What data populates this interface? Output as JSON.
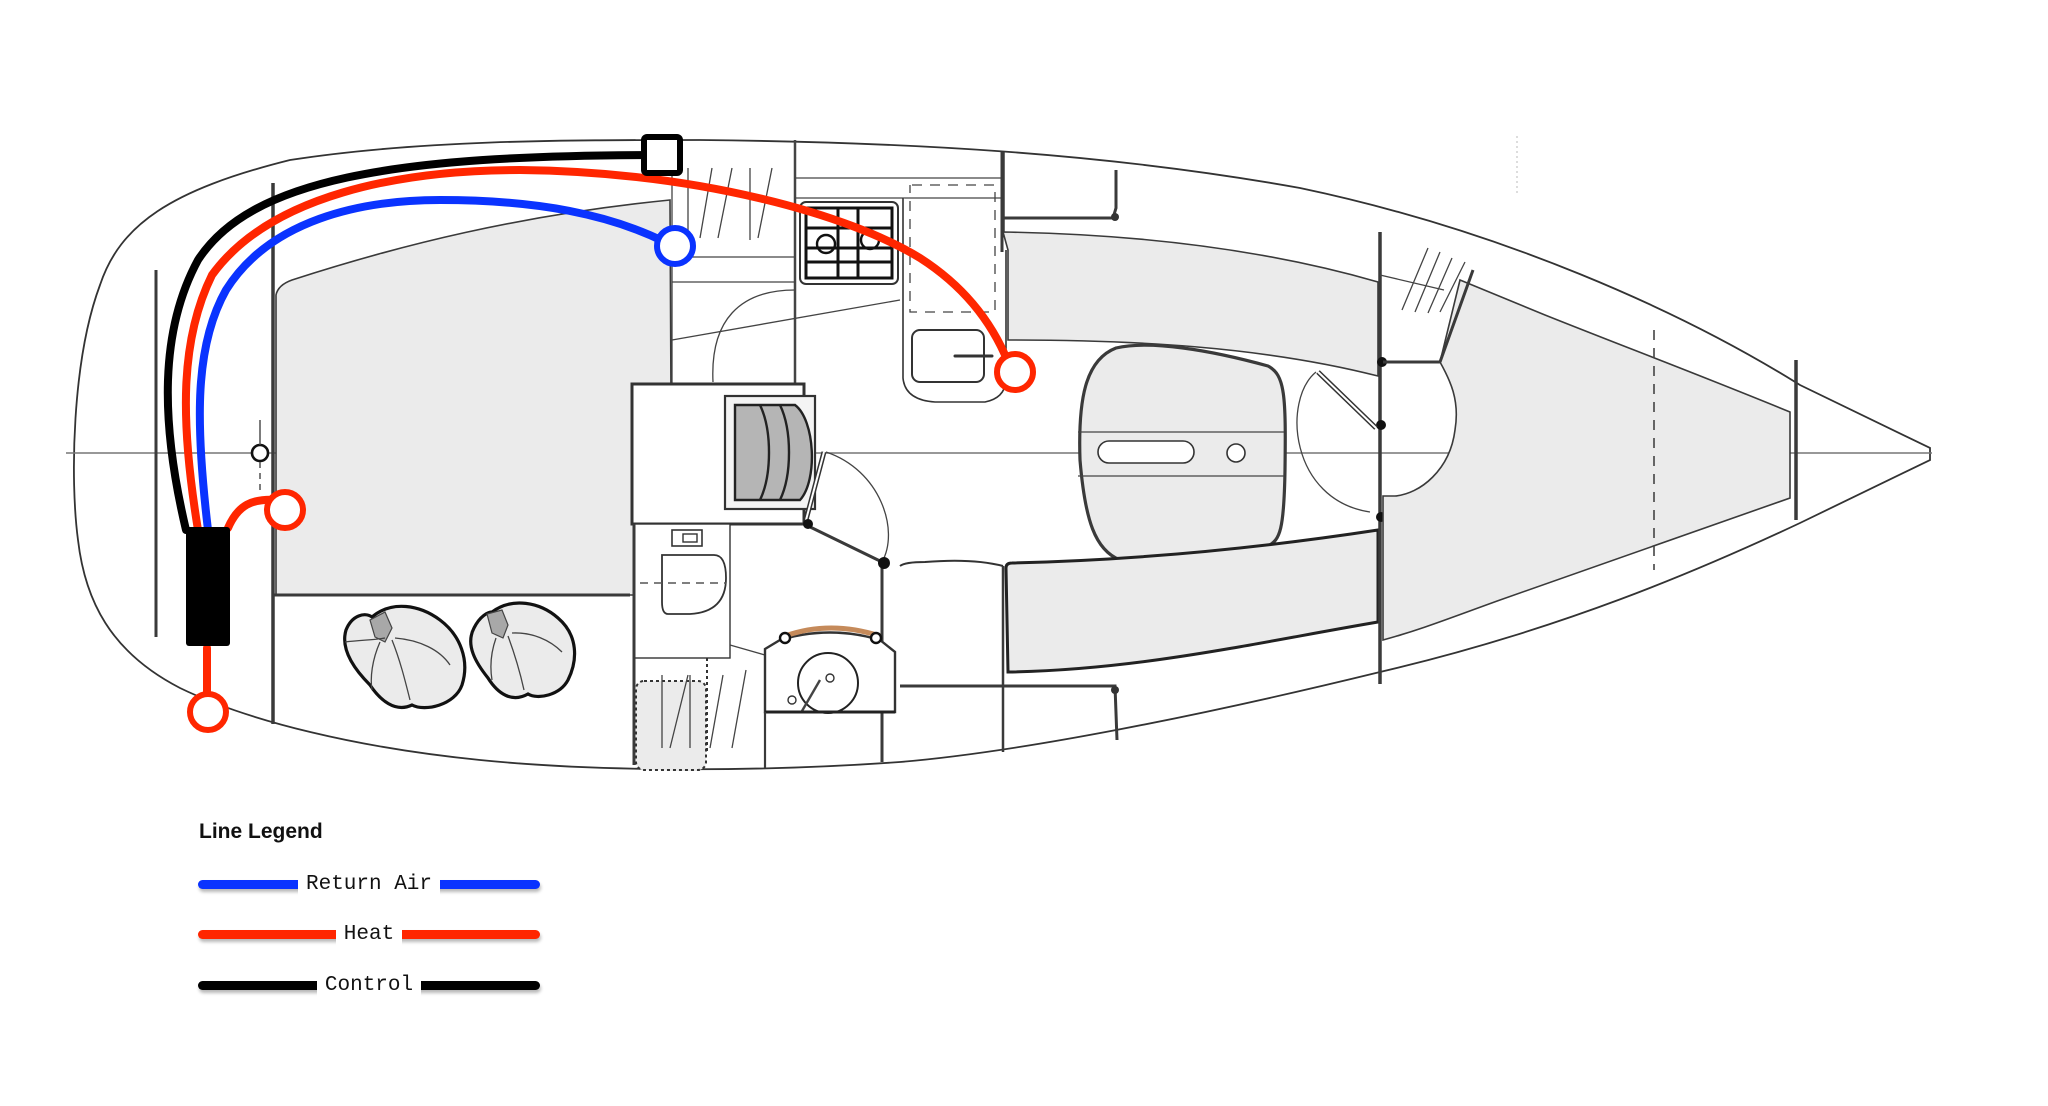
{
  "diagram": {
    "subject": "Sailboat interior layout plan with heating duct routing",
    "colors": {
      "return_air": "#0a33ff",
      "heat": "#ff2600",
      "control": "#000000",
      "cushion": "#ebebeb",
      "hull_line": "#333333",
      "handrail": "#c58a5a"
    },
    "components": [
      {
        "id": "heater-unit",
        "label": "heater unit (black box, stern)"
      },
      {
        "id": "control-panel",
        "label": "control panel (square terminal)"
      },
      {
        "id": "return-air-vent",
        "label": "return air vent (circle)"
      },
      {
        "id": "heat-outlet-galley",
        "label": "heat outlet near galley sink"
      },
      {
        "id": "heat-outlet-aft-cabin",
        "label": "heat outlet aft cabin"
      },
      {
        "id": "exhaust-outlet",
        "label": "exhaust outlet at hull"
      }
    ],
    "routes": [
      {
        "type": "control",
        "from": "heater-unit",
        "to": "control-panel"
      },
      {
        "type": "heat",
        "from": "heater-unit",
        "to": "heat-outlet-galley"
      },
      {
        "type": "return_air",
        "from": "heater-unit",
        "to": "return-air-vent"
      },
      {
        "type": "heat",
        "from": "heater-unit",
        "to": "heat-outlet-aft-cabin"
      },
      {
        "type": "heat",
        "from": "heater-unit",
        "to": "exhaust-outlet"
      }
    ]
  },
  "legend": {
    "title": "Line Legend",
    "items": [
      {
        "label": "Return Air",
        "color": "#0a33ff"
      },
      {
        "label": "Heat",
        "color": "#ff2600"
      },
      {
        "label": "Control",
        "color": "#000000"
      }
    ]
  }
}
